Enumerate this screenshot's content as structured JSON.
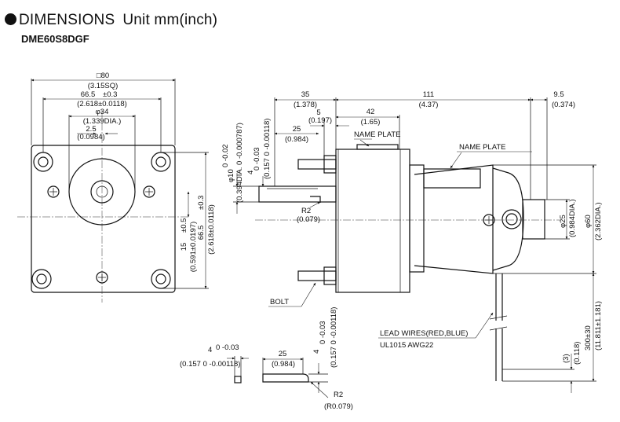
{
  "header": {
    "title": "DIMENSIONS",
    "unit": "Unit mm(inch)",
    "model": "DME60S8DGF"
  },
  "front": {
    "sq": "□80",
    "sq_in": "(3.15SQ)",
    "pitch": "66.5",
    "pitch_tol": "±0.3",
    "pitch_in": "(2.618±0.0118)",
    "boss": "φ34",
    "boss_in": "(1.339DIA.)",
    "shaft_off": "2.5",
    "shaft_off_in": "(0.0984)",
    "vpitch": "66.5",
    "vpitch_tol": "±0.3",
    "vpitch_in": "(2.618±0.0118)",
    "center": "15",
    "center_tol": "±0.5",
    "center_in": "(0.591±0.0197)"
  },
  "side": {
    "d35": "35",
    "d35_in": "(1.378)",
    "d111": "111",
    "d111_in": "(4.37)",
    "d95": "9.5",
    "d95_in": "(0.374)",
    "d42": "42",
    "d42_in": "(1.65)",
    "d5": "5",
    "d5_in": "(0.197)",
    "d25": "25",
    "d25_in": "(0.984)",
    "shaft_dia": "φ10",
    "shaft_dia_tol": "0 -0.02",
    "shaft_dia_in": "(0.394DIA. 0 -0.000787)",
    "key": "4",
    "key_tol": "0 -0.03",
    "key_in": "(0.157 0 -0.00118)",
    "r2": "R2",
    "r2_in": "(0.079)",
    "phi25": "φ25",
    "phi25_in": "(0.984DIA.)",
    "phi60": "φ60",
    "phi60_in": "(2.362DIA.)",
    "lead_len": "300",
    "lead_len_tol": "±30",
    "lead_len_in": "(11.811±1.181)",
    "strip": "(3)",
    "strip_in": "(0.118)"
  },
  "labels": {
    "nameplate1": "NAME PLATE",
    "nameplate2": "NAME PLATE",
    "bolt": "BOLT",
    "lead1": "LEAD WIRES(RED,BLUE)",
    "lead2": "UL1015 AWG22"
  },
  "key_detail": {
    "w": "4",
    "w_tol": "0 -0.03",
    "w_in": "(0.157 0 -0.00118)",
    "l": "25",
    "l_in": "(0.984)",
    "h": "4",
    "h_tol": "0 -0.03",
    "h_in": "(0.157 0 -0.00118)",
    "r": "R2",
    "r_in": "(R0.079)"
  }
}
